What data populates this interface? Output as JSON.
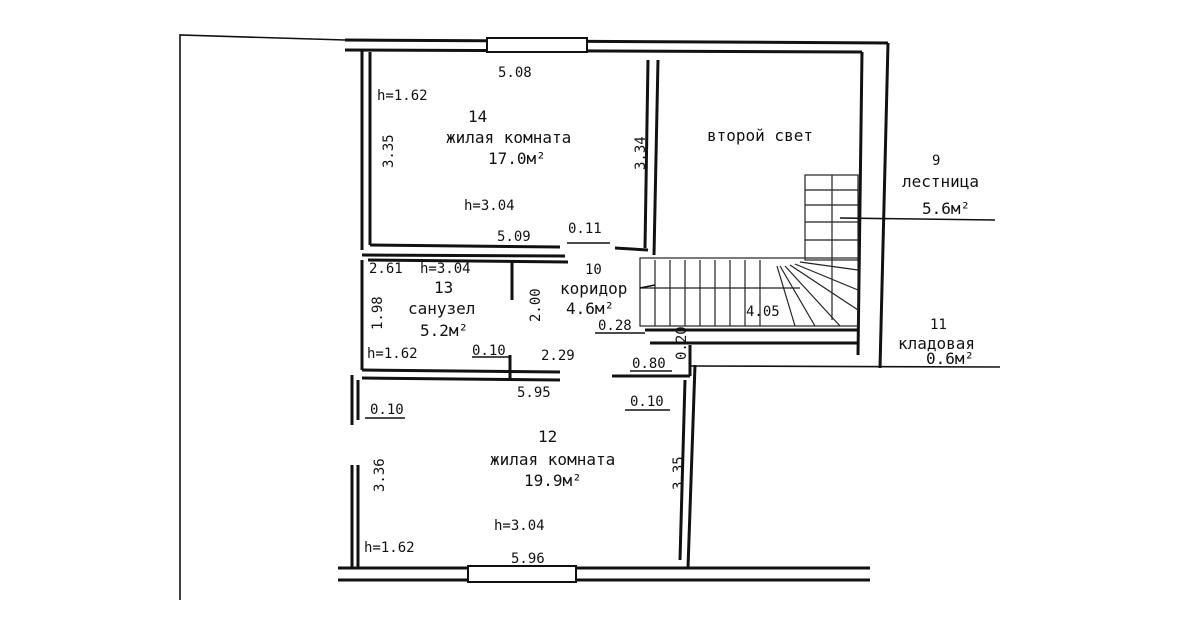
{
  "plan": {
    "rooms": {
      "r14": {
        "number": "14",
        "name": "жилая комната",
        "area": "17.0м²",
        "h_low": "h=1.62",
        "h_high": "h=3.04",
        "dim_top": "5.08",
        "dim_bottom": "5.09",
        "dim_left": "3.35",
        "dim_right": "3.34"
      },
      "second_light": {
        "name": "второй свет"
      },
      "r9": {
        "number": "9",
        "name": "лестница",
        "area": "5.6м²"
      },
      "r13": {
        "number": "13",
        "name": "санузел",
        "area": "5.2м²",
        "h_high": "h=3.04",
        "h_low": "h=1.62",
        "dim_top": "2.61",
        "dim_left": "1.98",
        "dim_right": "2.00",
        "dim_bottom": "0.10"
      },
      "r10": {
        "number": "10",
        "name": "коридор",
        "area": "4.6м²",
        "dim_a": "0.28",
        "dim_b": "2.29",
        "dim_c": "0.80",
        "dim_d": "0.20",
        "dim_e": "0.11"
      },
      "r11": {
        "number": "11",
        "name": "кладовая",
        "area": "0.6м²"
      },
      "r12": {
        "number": "12",
        "name": "жилая комната",
        "area": "19.9м²",
        "h_high": "h=3.04",
        "h_low": "h=1.62",
        "dim_top": "5.95",
        "dim_bottom": "5.96",
        "dim_left": "3.36",
        "dim_right": "3.35",
        "dim_tl": "0.10",
        "dim_tr": "0.10"
      },
      "stair": {
        "dim": "4.05"
      }
    }
  }
}
